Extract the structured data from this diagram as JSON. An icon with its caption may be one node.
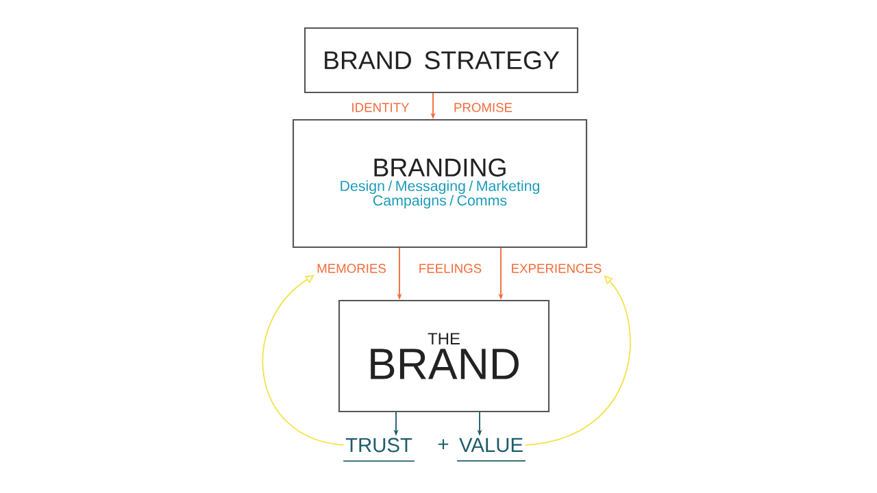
{
  "diagram": {
    "nodes": [
      {
        "text": [
          "BRAND STRATEGY"
        ]
      },
      {
        "text": [
          "BRANDING",
          "Design / Messaging / Marketing Campaigns / Comms"
        ]
      },
      {
        "text": [
          "THE",
          "BRAND"
        ]
      },
      {
        "text": [
          "TRUST"
        ]
      },
      {
        "text": [
          "VALUE"
        ]
      },
      {
        "text": [
          "MEMORIES"
        ]
      },
      {
        "text": [
          "EXPERIENCES"
        ]
      }
    ],
    "edges": [
      {
        "from": 0,
        "to": 1,
        "arrow": "to",
        "color": "#f26b3a"
      },
      {
        "from": 1,
        "to": 2,
        "arrow": "to",
        "color": "#f26b3a"
      },
      {
        "from": 1,
        "to": 2,
        "arrow": "to",
        "color": "#f26b3a"
      },
      {
        "from": 2,
        "to": 3,
        "arrow": "to",
        "color": "#1d5c6b"
      },
      {
        "from": 2,
        "to": 4,
        "arrow": "to",
        "color": "#1d5c6b"
      },
      {
        "from": 3,
        "to": 5,
        "arrow": "to",
        "color": "#f5e34f"
      },
      {
        "from": 4,
        "to": 6,
        "arrow": "to",
        "color": "#f5e34f"
      }
    ],
    "labels": [
      "IDENTITY",
      "PROMISE",
      "FEELINGS",
      "+"
    ]
  }
}
